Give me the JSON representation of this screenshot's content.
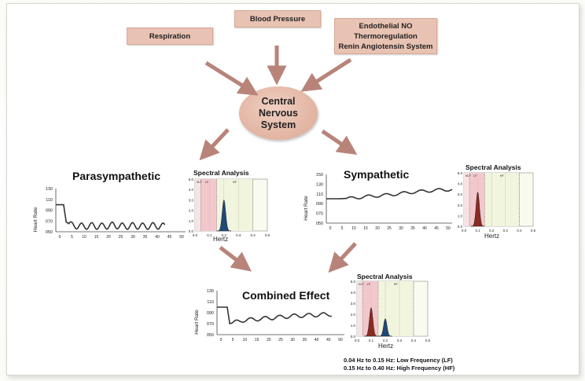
{
  "inputs": {
    "respiration": "Respiration",
    "blood_pressure": "Blood Pressure",
    "other": [
      "Endothelial NO",
      "Thermoregulation",
      "Renin Angiotensin System"
    ]
  },
  "cns": [
    "Central",
    "Nervous",
    "System"
  ],
  "panels": {
    "parasympathetic": {
      "title": "Parasympathetic",
      "ylabel": "Heart Rate",
      "yticks": [
        "130",
        "110",
        "090",
        "070",
        "050"
      ],
      "xticks": [
        "0",
        "5",
        "10",
        "15",
        "20",
        "25",
        "30",
        "35",
        "40",
        "45",
        "50"
      ]
    },
    "sympathetic": {
      "title": "Sympathetic",
      "ylabel": "Heart Rate",
      "yticks": [
        "150",
        "130",
        "110",
        "090",
        "070",
        "050"
      ],
      "xticks": [
        "0",
        "5",
        "10",
        "15",
        "20",
        "25",
        "30",
        "35",
        "40",
        "45",
        "50"
      ]
    },
    "combined": {
      "title": "Combined Effect",
      "ylabel": "Heart Rate",
      "yticks": [
        "130",
        "110",
        "090",
        "070",
        "050"
      ],
      "xticks": [
        "0",
        "5",
        "10",
        "15",
        "20",
        "25",
        "30",
        "35",
        "40",
        "45",
        "50"
      ]
    }
  },
  "spectral": {
    "title": "Spectral Analysis",
    "xlabel": "Hertz",
    "yticks": [
      "5.0",
      "4.0",
      "3.0",
      "2.0",
      "1.0",
      "0.0"
    ],
    "xticks": [
      "0.0",
      "0.1",
      "0.2",
      "0.3",
      "0.4",
      "0.5"
    ],
    "band_labels": [
      "VLF",
      "LF",
      "HF"
    ]
  },
  "legend": [
    "0.04 Hz to 0.15 Hz: Low Frequency (LF)",
    "0.15 Hz to 0.40 Hz: High Frequency (HF)"
  ],
  "colors": {
    "box_fill": "#e8c2b2",
    "arrow": "#b8847a",
    "trace": "#333333",
    "lf_peak": "#8b2b22",
    "hf_peak": "#1f4a78",
    "lf_band": "#f2c8cc",
    "vlf_band": "#f7e3e4",
    "hf_band": "#f2f5de"
  },
  "chart_data": [
    {
      "type": "line",
      "name": "parasympathetic-trace",
      "x": [
        0,
        3,
        4,
        6,
        10,
        14,
        18,
        22,
        26,
        30,
        34,
        38,
        42
      ],
      "y": [
        100,
        100,
        68,
        62,
        60,
        61,
        60,
        62,
        60,
        61,
        60,
        61,
        60
      ],
      "ylim": [
        50,
        130
      ],
      "xlim": [
        0,
        50
      ]
    },
    {
      "type": "line",
      "name": "sympathetic-trace",
      "x": [
        0,
        5,
        10,
        15,
        20,
        25,
        30,
        35,
        40,
        45,
        50
      ],
      "y": [
        100,
        100,
        101,
        104,
        106,
        108,
        111,
        114,
        116,
        118,
        119
      ],
      "ylim": [
        50,
        150
      ],
      "xlim": [
        0,
        50
      ]
    },
    {
      "type": "line",
      "name": "combined-trace",
      "x": [
        0,
        4,
        5,
        10,
        15,
        20,
        25,
        30,
        35,
        40,
        45
      ],
      "y": [
        100,
        100,
        70,
        76,
        78,
        80,
        82,
        84,
        85,
        86,
        87
      ],
      "ylim": [
        50,
        130
      ],
      "xlim": [
        0,
        50
      ]
    },
    {
      "type": "area",
      "name": "spectral-parasympathetic",
      "peaks": [
        {
          "freq": 0.2,
          "power": 3.0,
          "band": "HF"
        }
      ],
      "xlim": [
        0,
        0.5
      ],
      "ylim": [
        0,
        5
      ]
    },
    {
      "type": "area",
      "name": "spectral-sympathetic",
      "peaks": [
        {
          "freq": 0.1,
          "power": 3.2,
          "band": "LF"
        }
      ],
      "xlim": [
        0,
        0.5
      ],
      "ylim": [
        0,
        5
      ]
    },
    {
      "type": "area",
      "name": "spectral-combined",
      "peaks": [
        {
          "freq": 0.1,
          "power": 2.6,
          "band": "LF"
        },
        {
          "freq": 0.2,
          "power": 1.6,
          "band": "HF"
        }
      ],
      "xlim": [
        0,
        0.5
      ],
      "ylim": [
        0,
        5
      ]
    }
  ]
}
